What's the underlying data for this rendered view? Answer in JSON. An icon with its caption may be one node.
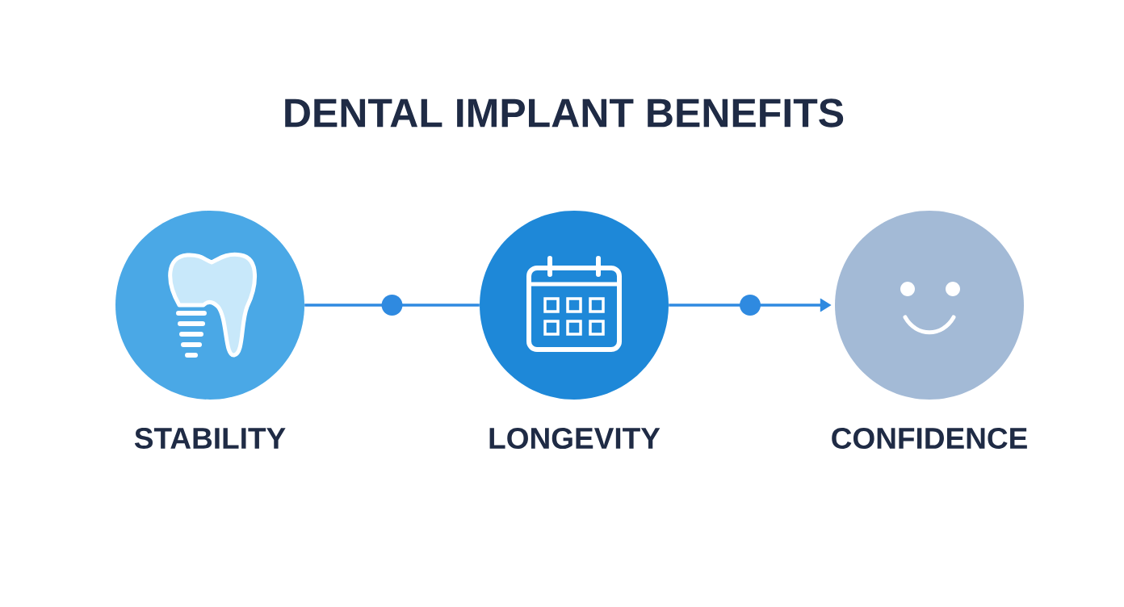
{
  "diagram": {
    "title": "DENTAL IMPLANT BENEFITS",
    "nodes": [
      {
        "text": [
          "STABILITY"
        ]
      },
      {
        "text": [
          "LONGEVITY"
        ]
      },
      {
        "text": [
          "CONFIDENCE"
        ]
      }
    ],
    "edges": [
      {
        "from": 0,
        "to": 1,
        "arrow": "none"
      },
      {
        "from": 1,
        "to": 2,
        "arrow": "to"
      }
    ]
  }
}
